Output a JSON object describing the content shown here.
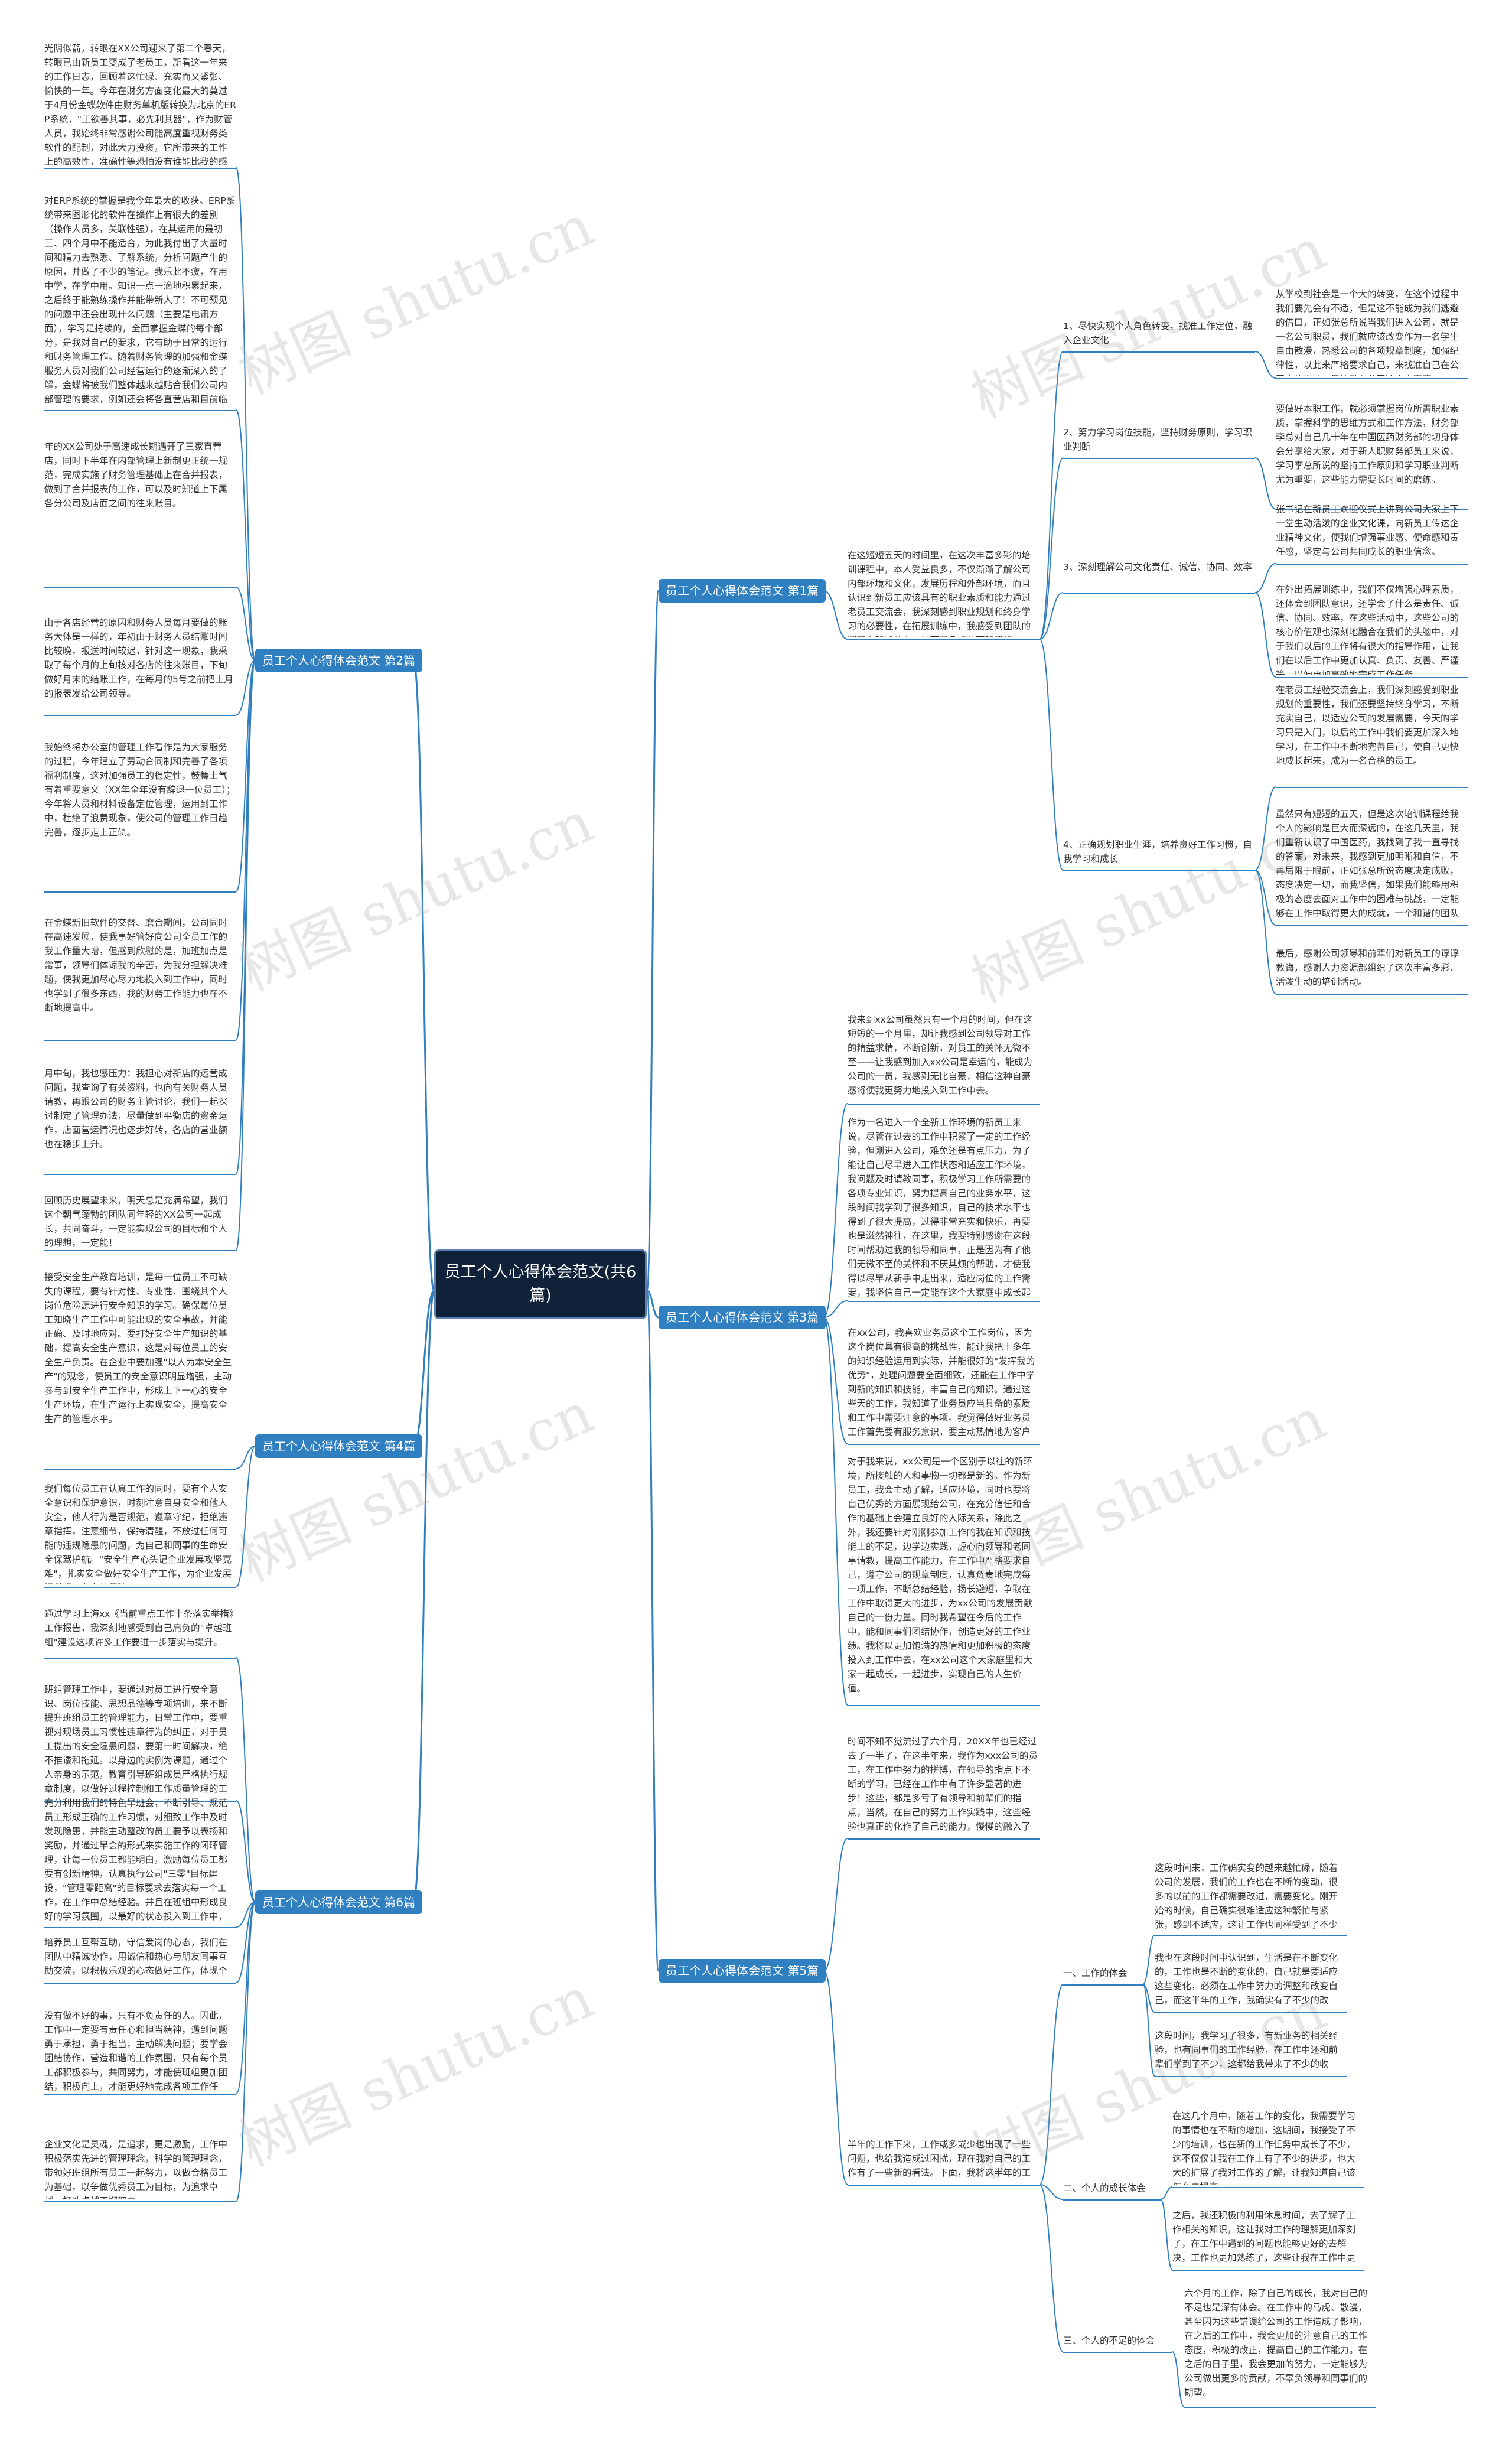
{
  "root": {
    "title": "员工个人心得体会范文(共6篇)"
  },
  "watermark": "树图 shutu.cn",
  "colors": {
    "branch": "#2f7fc1",
    "root": "#10213a",
    "line": "#2f7fc1",
    "text": "#333333"
  },
  "left_branches": [
    {
      "label": "员工个人心得体会范文 第2篇",
      "texts": [
        "光阴似箭，转眼在XX公司迎来了第二个春天，转眼已由新员工变成了老员工，新看这一年来的工作日志，回顾着这忙碌、充实而又紧张、愉快的一年。今年在财务方面变化最大的莫过于4月份金蝶软件由财务单机版转换为北京的ERP系统，\"工欲善其事，必先利其器\"，作为财管人员，我始终非常感谢公司能高度重视财务类软件的配制，对此大力投资，它所带来的工作上的高效性，准确性等恐怕没有谁能比我的感受最深。",
        "对ERP系统的掌握是我今年最大的收获。ERP系统带来图形化的软件在操作上有很大的差别（操作人员多，关联性强），在其运用的最初三、四个月中不能适合，为此我付出了大量时间和精力去熟悉、了解系统，分析问题产生的原因，并做了不少的笔记。我乐此不疲，在用中学，在学中用。知识一点一滴地积累起来，之后终于能熟练操作并能带新人了！不可预见的问题中还会出现什么问题（主要是电讯方面），学习是持续的，全面掌握金蝶的每个部分，是我对自己的要求，它有助于日常的运行和财务管理工作。随着财务管理的加强和金蝶服务人员对我们公司经营运行的逐渐深入的了解，金蝶将被我们整体越来越贴合我们公司内部管理的要求，例如还会将各直营店和目前临街门店的往3级明细将目前改为挂账算日期，金蝶系统将被我们在不远的几个月时间真正的实施，这样就能更好的对各门店真实有效的一起推进更加规范与科学的管理，也是我本年度一项工作。",
        "年的XX公司处于高速成长期遇开了三家直营店，同时下半年在内部管理上新制更正统一规范，完成实施了财务管理基础上在合并报表，做到了合并报表的工作，可以及时知道上下属各分公司及店面之间的往来账目。",
        "由于各店经营的原因和财务人员每月要做的账务大体是一样的，年初由于财务人员结账时间比较晚，报送时间较迟，针对这一现象，我采取了每个月的上旬核对各店的往来账目，下旬做好月末的结账工作，在每月的5号之前把上月的报表发给公司领导。",
        "我始终将办公室的管理工作看作是为大家服务的过程，今年建立了劳动合同制和完善了各项福利制度，这对加强员工的稳定性，鼓舞士气有着重要意义（XX年全年没有辞退一位员工）；今年将人员和材料设备定位管理，运用到工作中，杜绝了浪费现象，使公司的管理工作日趋完善，逐步走上正轨。",
        "在金蝶新旧软件的交替、磨合期间，公司同时在高速发展，使我事好管好向公司全员工作的我工作量大增，但感到欣慰的是，加班加点是常事，领导们体谅我的辛苦，为我分担解决难题，使我更加尽心尽力地投入到工作中，同时也学到了很多东西，我的财务工作能力也在不断地提高中。",
        "月中旬，我也感压力：我担心对新店的运营成问题，我查询了有关资料，也向有关财务人员请教，再跟公司的财务主管讨论，我们一起探讨制定了管理办法，尽量做到平衡店的资金运作，店面营运情况也逐步好转，各店的营业额也在稳步上升。",
        "回顾历史展望未来，明天总是充满希望，我们这个朝气蓬勃的团队同年轻的XX公司一起成长，共同奋斗，一定能实现公司的目标和个人的理想，一定能！"
      ]
    },
    {
      "label": "员工个人心得体会范文 第4篇",
      "texts": [
        "接受安全生产教育培训，是每一位员工不可缺失的课程，要有针对性、专业性、围绕其个人岗位危险源进行安全知识的学习。确保每位员工知晓生产工作中可能出现的安全事故，并能正确、及时地应对。要打好安全生产知识的基础，提高安全生产意识，这是对每位员工的安全生产负责。在企业中要加强\"以人为本安全生产\"的观念，使员工的安全意识明显增强，主动参与到安全生产工作中，形成上下一心的安全生产环境，在生产运行上实现安全，提高安全生产的管理水平。",
        "我们每位员工在认真工作的同时，要有个人安全意识和保护意识，时刻注意自身安全和他人安全，他人行为是否规范，遵章守纪，拒绝违章指挥，注意细节，保持清醒，不放过任何可能的违规隐患的问题，为自己和同事的生命安全保驾护航。\"安全生产心头记企业发展攻坚克难\"，扎实安全做好安全生产工作，为企业发展提供坚强有力的保障。"
      ]
    },
    {
      "label": "员工个人心得体会范文 第6篇",
      "texts": [
        "通过学习上海xx《当前重点工作十条落实举措》工作报告，我深刻地感受到自己肩负的\"卓越班组\"建设这项许多工作要进一步落实与提升。",
        "班组管理工作中，要通过对员工进行安全意识、岗位技能、思想品德等专项培训，来不断提升班组员工的管理能力，日常工作中，要重视对现场员工习惯性违章行为的纠正，对于员工提出的安全隐患问题，要第一时间解决，绝不推诿和拖延。以身边的实例为课题，通过个人亲身的示范，教育引导班组成员严格执行规章制度，以做好过程控制和工作质量管理的工作方法为原则，作为一名基层管理者，需要对每一项工作认真负责地落实。",
        "充分利用我们的特色早班会，不断引导、规范员工形成正确的工作习惯，对细致工作中及时发现隐患，并能主动整改的员工要予以表扬和奖励，并通过早会的形式来实施工作的闭环管理，让每一位员工都能明白，激励每位员工都要有创新精神，认真执行公司\"三零\"目标建设，\"管理零距离\"的目标要求去落实每一个工作，在工作中总结经验。并且在班组中形成良好的学习氛围，以最好的状态投入到工作中，为企业安全生产工作的顺利实施，为公司的安全生产和高质量发展目标贡献自己的力量。",
        "培养员工互帮互助，守信爱岗的心态，我们在团队中精诚协作，用诚信和热心与朋友同事互助交流，以积极乐观的心态做好工作，体现个人价值。",
        "没有做不好的事，只有不负责任的人。因此，工作中一定要有责任心和担当精神，遇到问题勇于承担，勇于担当，主动解决问题；要学会团结协作，营造和谐的工作氛围，只有每个员工都积极参与，共同努力，才能使班组更加团结，积极向上，才能更好地完成各项工作任务。",
        "企业文化是灵魂，是追求，更是激励，工作中积极落实先进的管理理念，科学的管理理念，带领好班组所有员工一起努力，以做合格员工为基础，以争做优秀员工为目标，为追求卓越，打造卓越不懈努力。"
      ]
    }
  ],
  "right_branches": [
    {
      "label": "员工个人心得体会范文 第1篇",
      "intro": "在这短短五天的时间里，在这次丰富多彩的培训课程中，本人受益良多，不仅渐渐了解公司内部环境和文化，发展历程和外部环境，而且认识到新员工应该具有的职业素质和能力通过老员工交流会，我深刻感到职业规划和终身学习的必要性，在拓展训练中，我感受到团队的凝聚力和战斗力，以下是几点收获和感想：",
      "points": [
        {
          "label": "1、尽快实现个人角色转变，找准工作定位，融入企业文化",
          "texts": [
            "从学校到社会是一个大的转变，在这个过程中我们要先会有不适，但是这不能成为我们逃避的借口，正如张总所说当我们进入公司，就是一名公司职员，我们就应该改变作为一名学生自由散漫，热悉公司的各项规章制度，加强纪律性，以此来严格要求自己，来找准自己在公司中的定位，尽快融入公司这个大家庭。"
          ]
        },
        {
          "label": "2、努力学习岗位技能，坚持财务原则，学习职业判断",
          "texts": [
            "要做好本职工作，就必须掌握岗位所需职业素质，掌握科学的思维方式和工作方法，财务部李总对自己几十年在中国医药财务部的切身体会分享给大家，对于新人职财务部员工来说，学习李总所说的坚持工作原则和学习职业判断尤为重要，这些能力需要长时间的磨练。"
          ]
        },
        {
          "label": "3、深刻理解公司文化责任、诚信、协同、效率",
          "texts": [
            "张书记在新员工欢迎仪式上讲到公司大家上下一堂生动活泼的企业文化课，向新员工传达企业精神文化，使我们增强事业感、使命感和责任感，坚定与公司共同成长的职业信念。",
            "在外出拓展训练中，我们不仅增强心理素质，还体会到团队意识，还学会了什么是责任、诚信、协同、效率，在这些活动中，这些公司的核心价值观也深刻地融合在我们的头脑中，对于我们以后的工作将有很大的指导作用，让我们在以后工作中更加认真、负责、友善、严谨等，以便更加高效地完成工作任务。"
          ]
        },
        {
          "label": "4、正确规划职业生涯，培养良好工作习惯，自我学习和成长",
          "texts": [
            "在老员工经验交流会上，我们深刻感受到职业规划的重要性，我们还要坚持终身学习，不断充实自己，以适应公司的发展需要，今天的学习只是入门，以后的工作中我们要更加深入地学习，在工作中不断地完善自己，使自己更快地成长起来，成为一名合格的员工。",
            "虽然只有短短的五天，但是这次培训课程给我个人的影响是巨大而深远的，在这几天里，我们重新认识了中国医药，我找到了我一直寻找的答案，对未来，我感到更加明晰和自信，不再局限于眼前，正如张总所说态度决定成败，态度决定一切，而我坚信，如果我们能够用积极的态度去面对工作中的困难与挑战，一定能够在工作中取得更大的成就，一个和谐的团队使我们的工作更加顺利。",
            "最后，感谢公司领导和前辈们对新员工的谆谆教诲，感谢人力资源部组织了这次丰富多彩、活泼生动的培训活动。"
          ]
        }
      ]
    },
    {
      "label": "员工个人心得体会范文 第3篇",
      "texts": [
        "我来到xx公司虽然只有一个月的时间，但在这短短的一个月里，却让我感到公司领导对工作的精益求精，不断创新，对员工的关怀无微不至——让我感到加入xx公司是幸运的，能成为公司的一员，我感到无比自豪，相信这种自豪感将使我更努力地投入到工作中去。",
        "作为一名进入一个全新工作环境的新员工来说，尽管在过去的工作中积累了一定的工作经验，但刚进入公司，难免还是有点压力，为了能让自己尽早进入工作状态和适应工作环境，我问题及时请教同事，积极学习工作所需要的各项专业知识，努力提高自己的业务水平，这段时间我学到了很多知识，自己的技术水平也得到了很大提高，过得非常充实和快乐，再要也是滋然神往，在这里，我要特别感谢在这段时间帮助过我的领导和同事，正是因为有了他们无微不至的关怀和不厌其烦的帮助，才使我得以尽早从新手中走出来，适应岗位的工作需要，我坚信自己一定能在这个大家庭中成长起来，我也会继续努力的，同时我相信有了大家的指导和帮助，我将能更快地适应工作。因为我明白，自己已经是xx公司的一员了。",
        "在xx公司，我喜欢业务员这个工作岗位，因为这个岗位具有很高的挑战性，能让我把十多年的知识经验运用到实际，并能很好的\"发挥我的优势\"，处理问题要全面细致，还能在工作中学到新的知识和技能，丰富自己的知识。通过这些天的工作，我知道了业务员应当具备的素质和工作中需要注意的事项。我觉得做好业务员工作首先要有服务意识，要主动热情地为客户服务，用良好的服务来打动客户。其次要熟悉业务工作流程，确保业务工作的顺利开展，还要加强同事之间的沟通与合作。",
        "对于我来说，xx公司是一个区别于以往的新环境，所接触的人和事物一切都是新的。作为新员工，我会主动了解，适应环境，同时也要将自己优秀的方面展现给公司，在充分信任和合作的基础上会建立良好的人际关系，除此之外，我还要针对刚刚参加工作的我在知识和技能上的不足，边学边实践，虚心向领导和老同事请教，提高工作能力，在工作中严格要求自己，遵守公司的规章制度，认真负责地完成每一项工作，不断总结经验，扬长避短，争取在工作中取得更大的进步，为xx公司的发展贡献自己的一份力量。同时我希望在今后的工作中，能和同事们团结协作，创造更好的工作业绩。我将以更加饱满的热情和更加积极的态度投入到工作中去，在xx公司这个大家庭里和大家一起成长，一起进步，实现自己的人生价值。"
      ]
    },
    {
      "label": "员工个人心得体会范文 第5篇",
      "intro1": "时间不知不觉流过了六个月，20XX年也已经过去了一半了，在这半年来，我作为xxx公司的员工，在工作中努力的拼搏，在领导的指点下不断的学习，已经在工作中有了许多显著的进步！这些，都是多亏了有领导和前辈们的指点，当然，在自己的努力工作实践中，这些经验也真正的化作了自己的能力，慢慢的融入了我的工作。",
      "intro2": "半年的工作下来，工作或多或少也出现了一些问题，也给我造成过困扰，现在我对自己的工作有了一些新的看法。下面，我将这半年的工作情况总结如下：",
      "points": [
        {
          "label": "一、工作的体会",
          "texts": [
            "这段时间来，工作确实变的越来越忙碌，随着公司的发展，我们的工作也在不断的变动，很多的以前的工作都需要改进，需要变化。刚开始的时候，自己确实很难适应这种繁忙与紧张，感到不适应，这让工作也同样受到了不少的影响！",
            "我也在这段时间中认识到，生活是在不断变化的，工作也是不断的变化的，自己就是要适应这些变化，必须在工作中努力的调整和改变自己，而这半年的工作，我确实有了不少的改变。",
            "这段时间，我学习了很多，有新业务的相关经验，也有同事们的工作经验，在工作中还和前辈们学到了不少，这都给我带来了不少的收获。"
          ]
        },
        {
          "label": "二、个人的成长体会",
          "texts": [
            "在这几个月中，随着工作的变化，我需要学习的事情也在不断的增加，这期间，我接受了不少的培训，也在新的工作任务中成长了不少，这不仅仅让我在工作上有了不少的进步，也大大的扩展了我对工作的了解，让我知道自己该怎么去提高。",
            "之后，我还积极的利用休息时间，去了解了工作相关的知识，这让我对工作的理解更加深刻了，在工作中遇到的问题也能够更好的去解决，工作也更加熟练了，这些让我在工作中更加得心应手。"
          ]
        },
        {
          "label": "三、个人的不足的体会",
          "texts": [
            "六个月的工作，除了自己的成长，我对自己的不足也是深有体会。在工作中的马虎、散漫，甚至因为这些错误给公司的工作造成了影响，在之后的工作中，我会更加的注意自己的工作态度，积极的改正，提高自己的工作能力。在之后的日子里，我会更加的努力，一定能够为公司做出更多的贡献，不辜负领导和同事们的期望。"
          ]
        }
      ]
    }
  ]
}
